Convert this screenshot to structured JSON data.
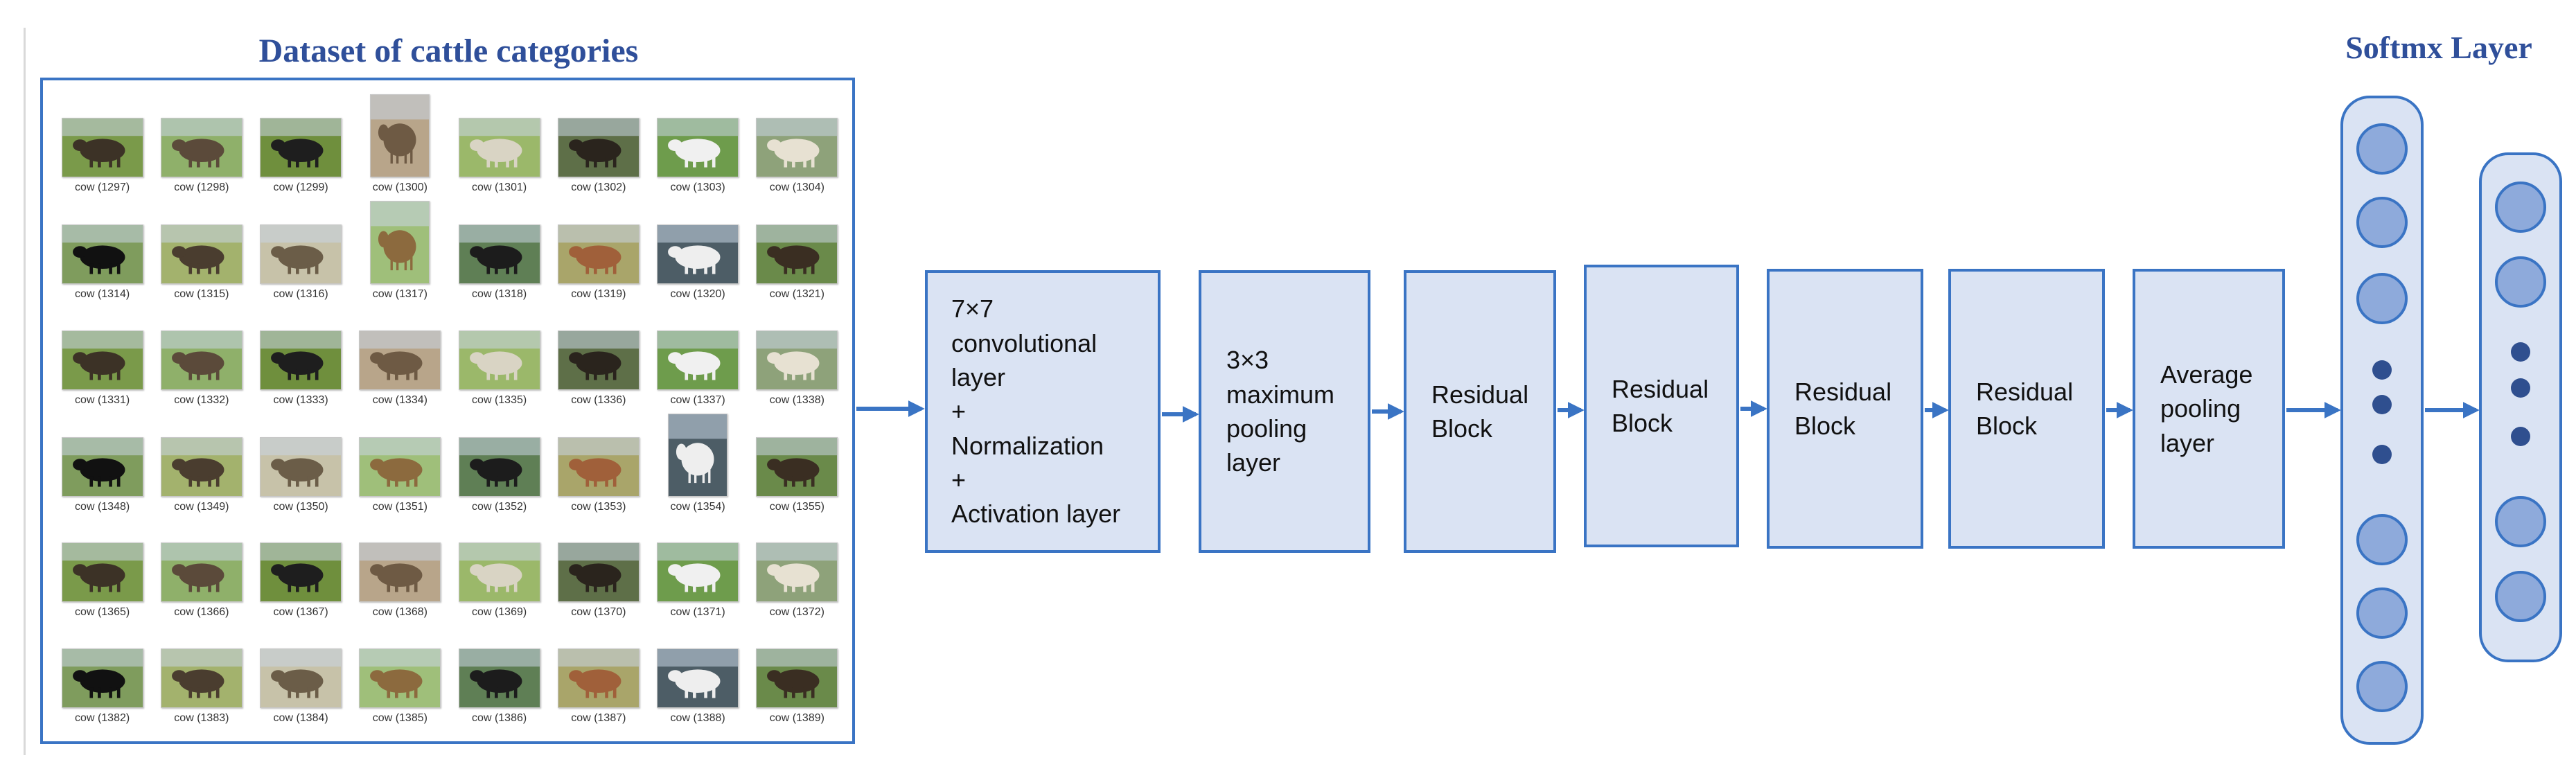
{
  "dataset": {
    "title": "Dataset of cattle categories",
    "images": [
      "cow (1297)",
      "cow (1298)",
      "cow (1299)",
      "cow (1300)",
      "cow (1301)",
      "cow (1302)",
      "cow (1303)",
      "cow (1304)",
      "cow (1314)",
      "cow (1315)",
      "cow (1316)",
      "cow (1317)",
      "cow (1318)",
      "cow (1319)",
      "cow (1320)",
      "cow (1321)",
      "cow (1331)",
      "cow (1332)",
      "cow (1333)",
      "cow (1334)",
      "cow (1335)",
      "cow (1336)",
      "cow (1337)",
      "cow (1338)",
      "cow (1348)",
      "cow (1349)",
      "cow (1350)",
      "cow (1351)",
      "cow (1352)",
      "cow (1353)",
      "cow (1354)",
      "cow (1355)",
      "cow (1365)",
      "cow (1366)",
      "cow (1367)",
      "cow (1368)",
      "cow (1369)",
      "cow (1370)",
      "cow (1371)",
      "cow (1372)",
      "cow (1382)",
      "cow (1383)",
      "cow (1384)",
      "cow (1385)",
      "cow (1386)",
      "cow (1387)",
      "cow (1388)",
      "cow (1389)"
    ]
  },
  "blocks": [
    "7×7\nconvolutional\nlayer\n+\nNormalization\n+\nActivation layer",
    "3×3\nmaximum\npooling\nlayer",
    "Residual\nBlock",
    "Residual\nBlock",
    "Residual\nBlock",
    "Residual\nBlock",
    "Average\npooling\nlayer"
  ],
  "softmax": {
    "title": "Softmx Layer"
  },
  "colors": {
    "accent": "#3a74c4",
    "block_fill": "#dae3f3",
    "node_fill": "#8eaadb",
    "title": "#2f4f9a"
  }
}
